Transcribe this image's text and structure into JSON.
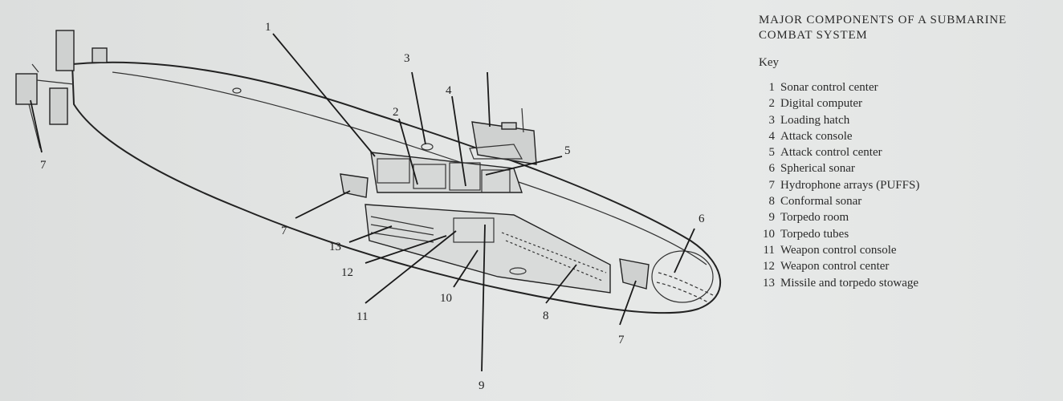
{
  "caption": {
    "title_line1": "MAJOR COMPONENTS OF A SUBMARINE",
    "title_line2": "COMBAT SYSTEM",
    "key_heading": "Key"
  },
  "key": [
    {
      "num": "1",
      "label": "Sonar control center"
    },
    {
      "num": "2",
      "label": "Digital computer"
    },
    {
      "num": "3",
      "label": "Loading hatch"
    },
    {
      "num": "4",
      "label": "Attack console"
    },
    {
      "num": "5",
      "label": "Attack control center"
    },
    {
      "num": "6",
      "label": "Spherical sonar"
    },
    {
      "num": "7",
      "label": "Hydrophone arrays (PUFFS)"
    },
    {
      "num": "8",
      "label": "Conformal sonar"
    },
    {
      "num": "9",
      "label": "Torpedo room"
    },
    {
      "num": "10",
      "label": "Torpedo tubes"
    },
    {
      "num": "11",
      "label": "Weapon control console"
    },
    {
      "num": "12",
      "label": "Weapon control center"
    },
    {
      "num": "13",
      "label": "Missile and torpedo stowage"
    }
  ],
  "callouts": {
    "c1": "1",
    "c2": "2",
    "c3": "3",
    "c4": "4",
    "c5": "5",
    "c6": "6",
    "c7a": "7",
    "c7b": "7",
    "c7c": "7",
    "c8": "8",
    "c9": "9",
    "c10": "10",
    "c11": "11",
    "c12": "12",
    "c13": "13"
  }
}
